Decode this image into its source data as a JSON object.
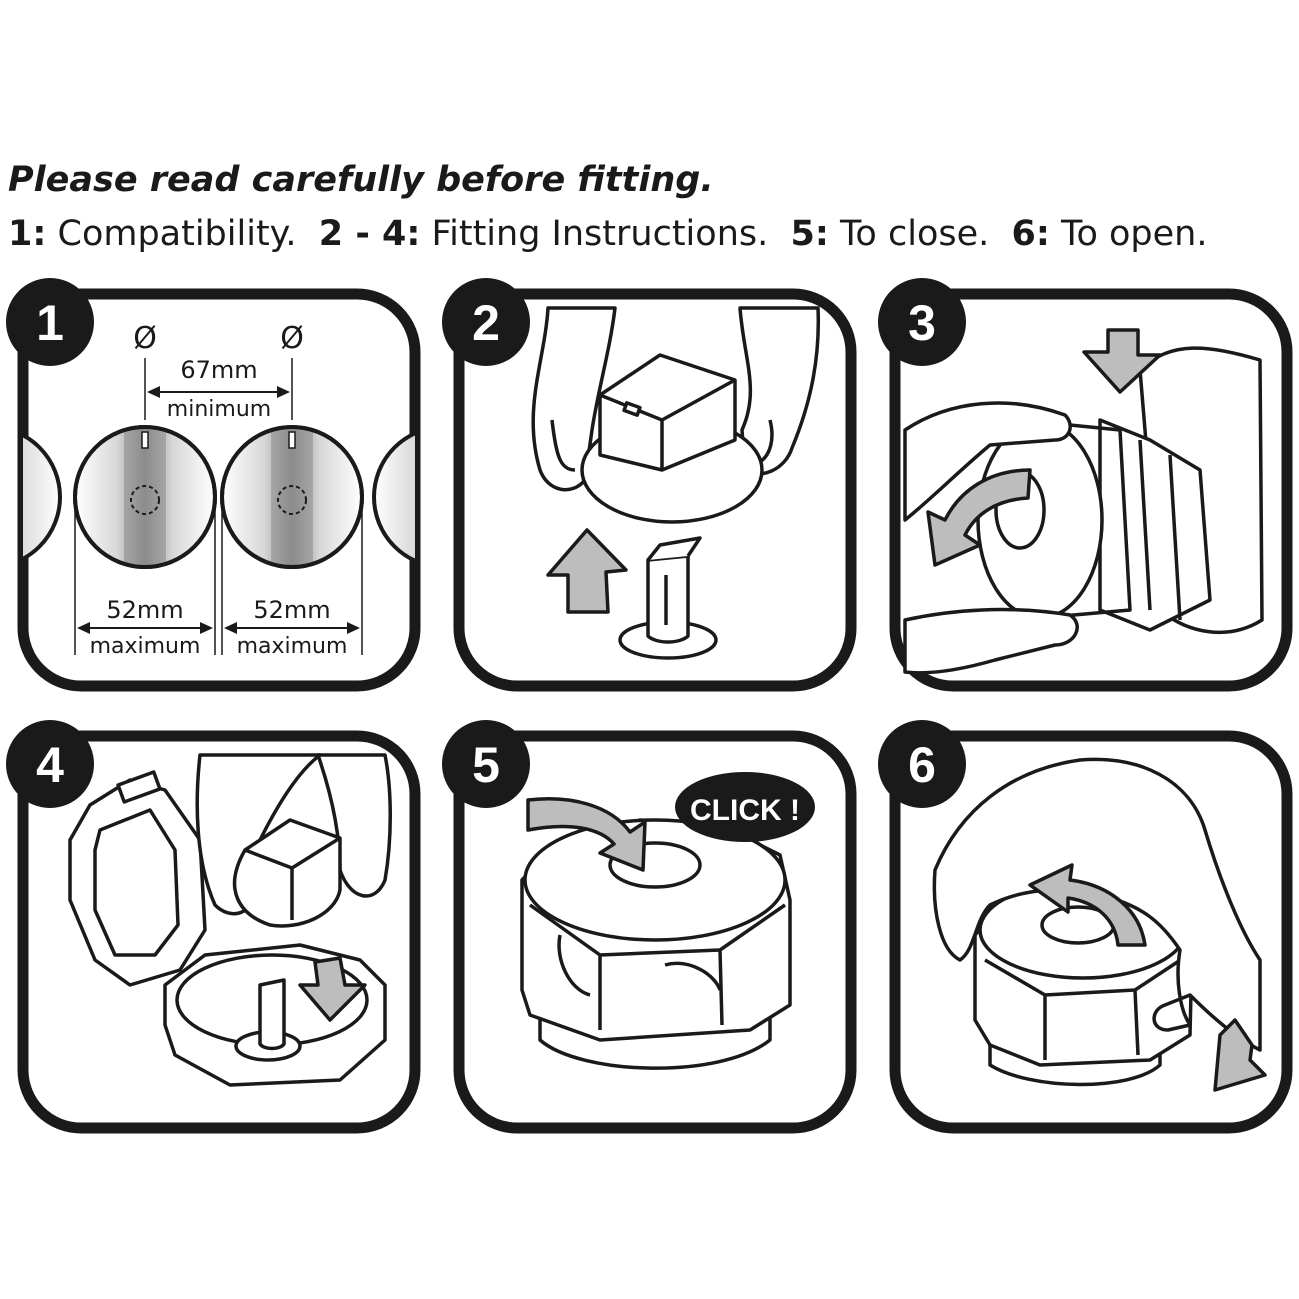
{
  "header": {
    "title": "Please read carefully before fitting.",
    "steps": [
      {
        "num": "1:",
        "text": "Compatibility."
      },
      {
        "num": "2 - 4:",
        "text": "Fitting Instructions."
      },
      {
        "num": "5:",
        "text": "To close."
      },
      {
        "num": "6:",
        "text": "To open."
      }
    ]
  },
  "panels": [
    {
      "number": "1"
    },
    {
      "number": "2"
    },
    {
      "number": "3"
    },
    {
      "number": "4"
    },
    {
      "number": "5",
      "badge": "CLICK !"
    },
    {
      "number": "6"
    }
  ],
  "panel1": {
    "diameter_symbol": "Ø",
    "spacing_value": "67mm",
    "spacing_label": "minimum",
    "knob_value": "52mm",
    "knob_label": "maximum"
  },
  "colors": {
    "line": "#1a1a1a",
    "arrow_fill": "#bdbdbd",
    "knob_shade": "#8c8c8c",
    "background": "#ffffff"
  }
}
